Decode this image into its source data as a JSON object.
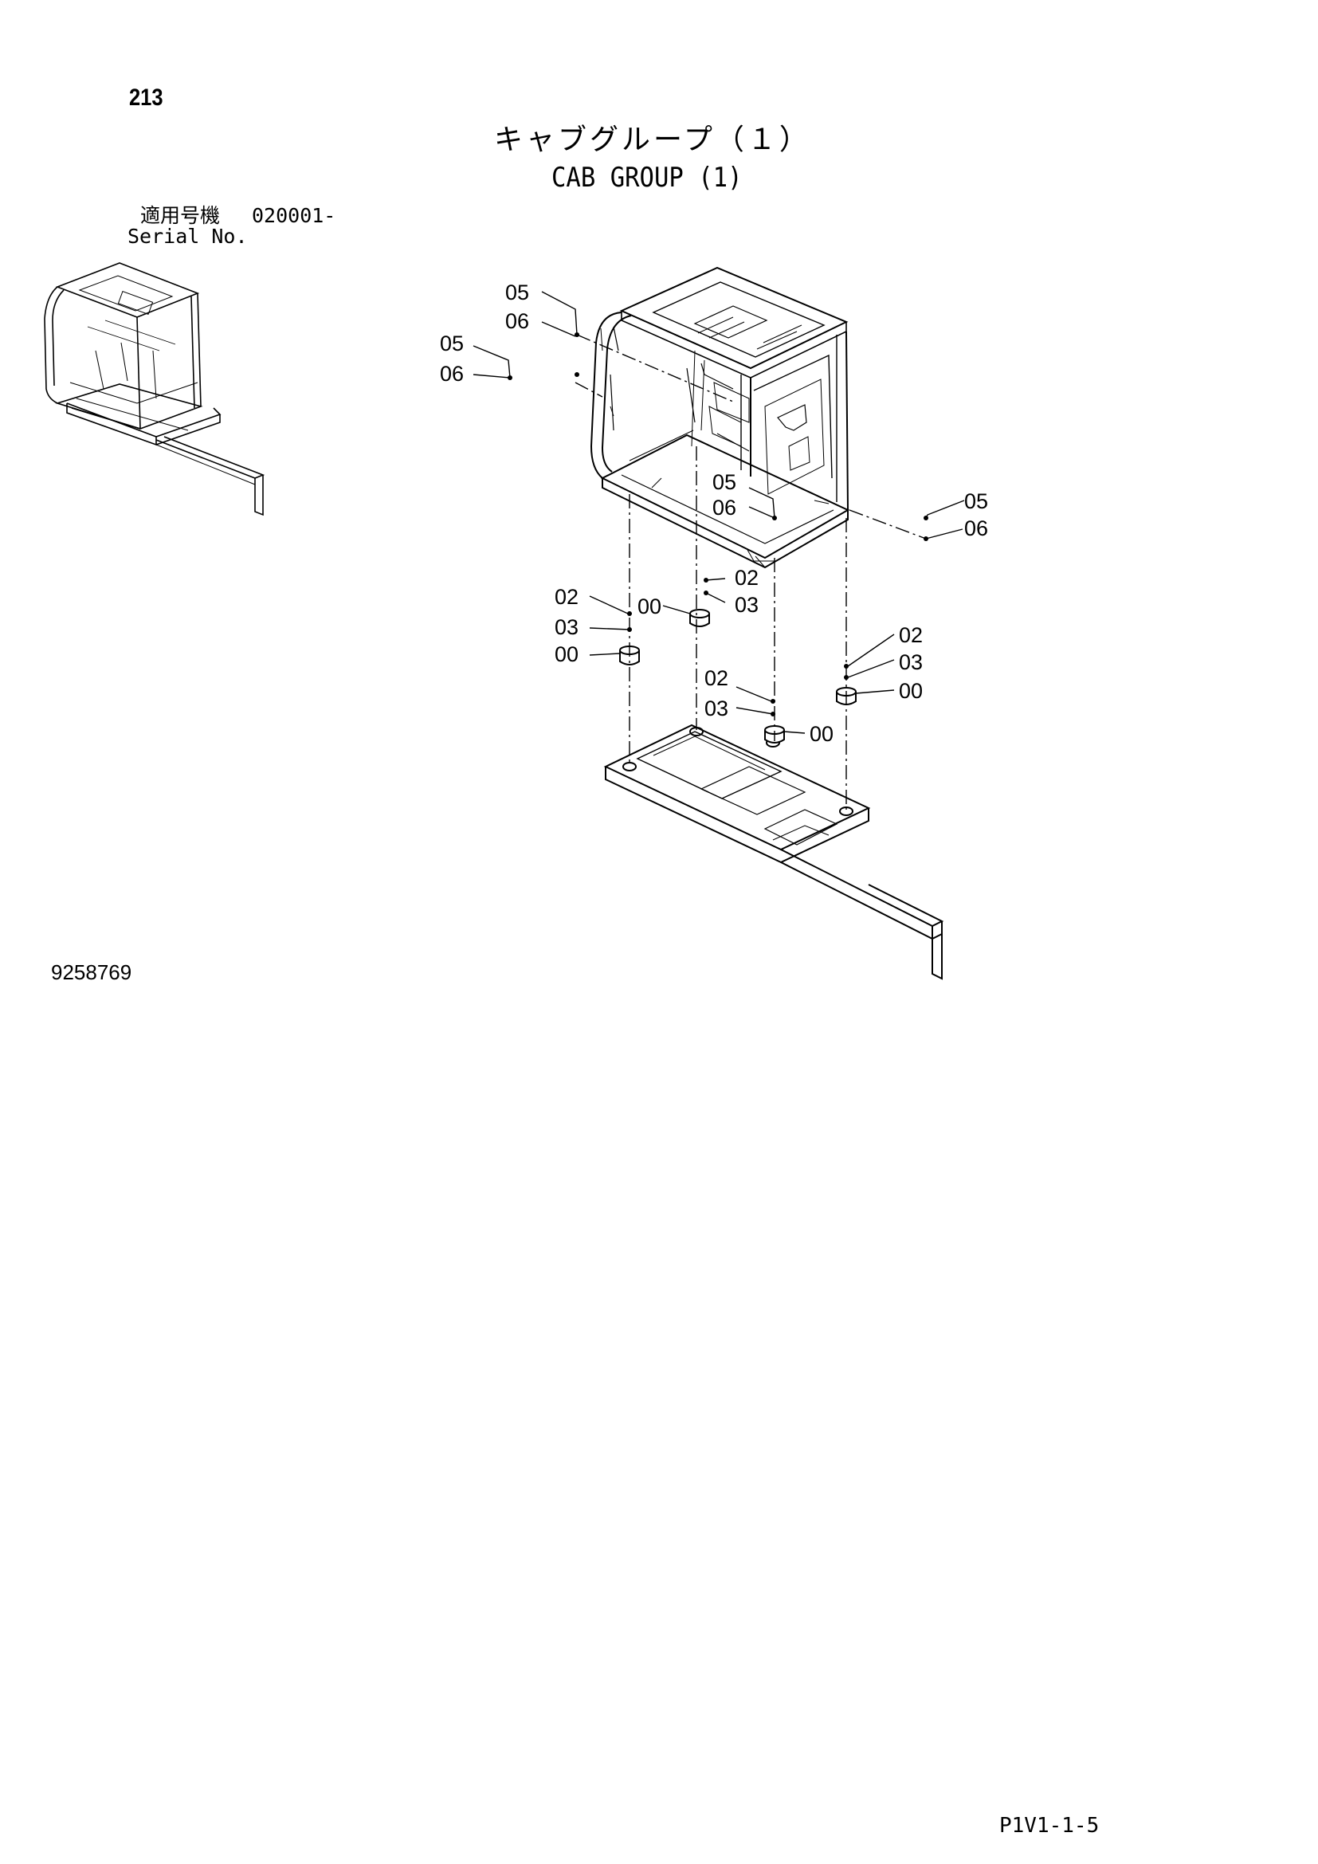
{
  "page": {
    "number": "213",
    "title_jp": "キャブグループ（１）",
    "title_en": "CAB GROUP (1)",
    "serial_label_jp": "適用号機",
    "serial_value": "020001-",
    "serial_label_en": "Serial No.",
    "drawing_number": "9258769",
    "page_code": "P1V1-1-5"
  },
  "callouts": [
    "05",
    "06",
    "05",
    "06",
    "05",
    "06",
    "05",
    "06",
    "02",
    "00",
    "03",
    "02",
    "03",
    "00",
    "02",
    "03",
    "00",
    "02",
    "03",
    "00"
  ]
}
